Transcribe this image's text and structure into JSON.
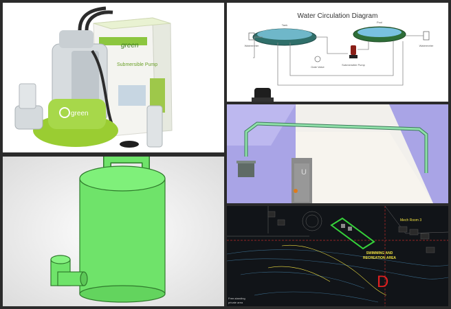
{
  "gallery": {
    "pump_photo": {
      "brand": "green",
      "box_brand": "green",
      "box_text": "Submersible Pump"
    },
    "diagram": {
      "title": "Water Circulation Diagram",
      "tank_label": "Tank",
      "pool_label": "Pool",
      "pump_label": "Submersible Pump",
      "left_meter_label": "Watermeter",
      "right_meter_label": "Watermeter",
      "valve_label": "Gate Valve"
    },
    "pipe_render": {
      "panel_letter": "U"
    },
    "cad_plan": {
      "area_label_line1": "SWIMMING AND",
      "area_label_line2": "RECREATION AREA",
      "room_label": "Mech Room 3",
      "big_marker": "D",
      "corner_note_line1": "Free-standing",
      "corner_note_line2": "private area"
    },
    "colors": {
      "pump_green": "#9acd32",
      "model_green": "#6fe36a",
      "cad_yellow": "#f0e040",
      "cad_marker_red": "#e02020"
    }
  }
}
